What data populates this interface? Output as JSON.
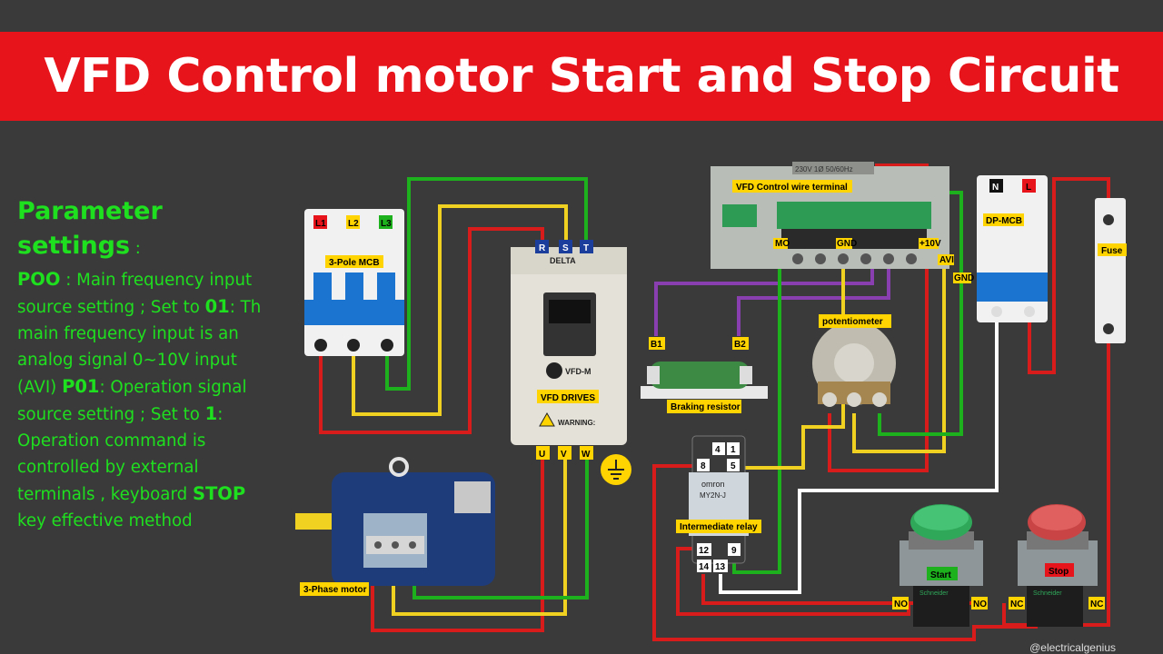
{
  "title": "VFD Control motor Start and  Stop Circuit",
  "parameters": {
    "heading": "Parameter settings",
    "heading_suffix": " :",
    "lines": [
      {
        "bold": "POO",
        "text": " : Main frequency input"
      },
      {
        "bold": "",
        "text": "source setting ; Set to "
      },
      {
        "bold": "",
        "text": "main frequency input is an"
      },
      {
        "bold": "",
        "text": "analog signal 0~10V input"
      },
      {
        "bold": "",
        "text": "(AVI) "
      },
      {
        "bold": "",
        "text": "source setting ; Set to "
      },
      {
        "bold": "",
        "text": "Operation command is"
      },
      {
        "bold": "",
        "text": "controlled by external"
      },
      {
        "bold": "",
        "text": "terminals , keyboard "
      },
      {
        "bold": "",
        "text": "key effective method"
      }
    ],
    "set_01": "01",
    "set_01_after": ": Th",
    "p01": "P01",
    "p01_after": ": Operation signal",
    "set_1": "1",
    "set_1_after": ":",
    "stop_word": "STOP"
  },
  "labels": {
    "mcb3": "3-Pole MCB",
    "L1": "L1",
    "L2": "L2",
    "L3": "L3",
    "R": "R",
    "S": "S",
    "T": "T",
    "U": "U",
    "V": "V",
    "W": "W",
    "vfd_drives": "VFD DRIVES",
    "vfd_model": "VFD-M",
    "delta": "DELTA",
    "warning": "WARNING:",
    "control_terminal": "VFD Control wire terminal",
    "control_top": "230V 1Ø 50/60Hz",
    "mo": "MO",
    "gnd": "GND",
    "plus10v": "+10V",
    "avi": "AVI",
    "gnd2": "GND",
    "b1": "B1",
    "b2": "B2",
    "braking_resistor": "Braking resistor",
    "potentiometer": "potentiometer",
    "dp_mcb": "DP-MCB",
    "N": "N",
    "L": "L",
    "fuse": "Fuse",
    "relay": "Intermediate relay",
    "relay_brand": "omron",
    "relay_model": "MY2N-J",
    "r4": "4",
    "r1": "1",
    "r8": "8",
    "r5": "5",
    "r12": "12",
    "r9": "9",
    "r14": "14",
    "r13": "13",
    "motor": "3-Phase motor",
    "start": "Start",
    "stop": "Stop",
    "no1": "NO",
    "no2": "NO",
    "nc1": "NC",
    "nc2": "NC",
    "schneider": "Schneider",
    "credit": "@electricalgenius"
  },
  "colors": {
    "banner": "#e8141b",
    "background": "#3a3a3a",
    "param_text": "#1fe01f",
    "wire_red": "#d81b1b",
    "wire_yellow": "#f0d020",
    "wire_green": "#1db11d",
    "wire_white": "#ffffff",
    "wire_purple": "#8a3fb0",
    "label_bg": "#ffd400"
  }
}
